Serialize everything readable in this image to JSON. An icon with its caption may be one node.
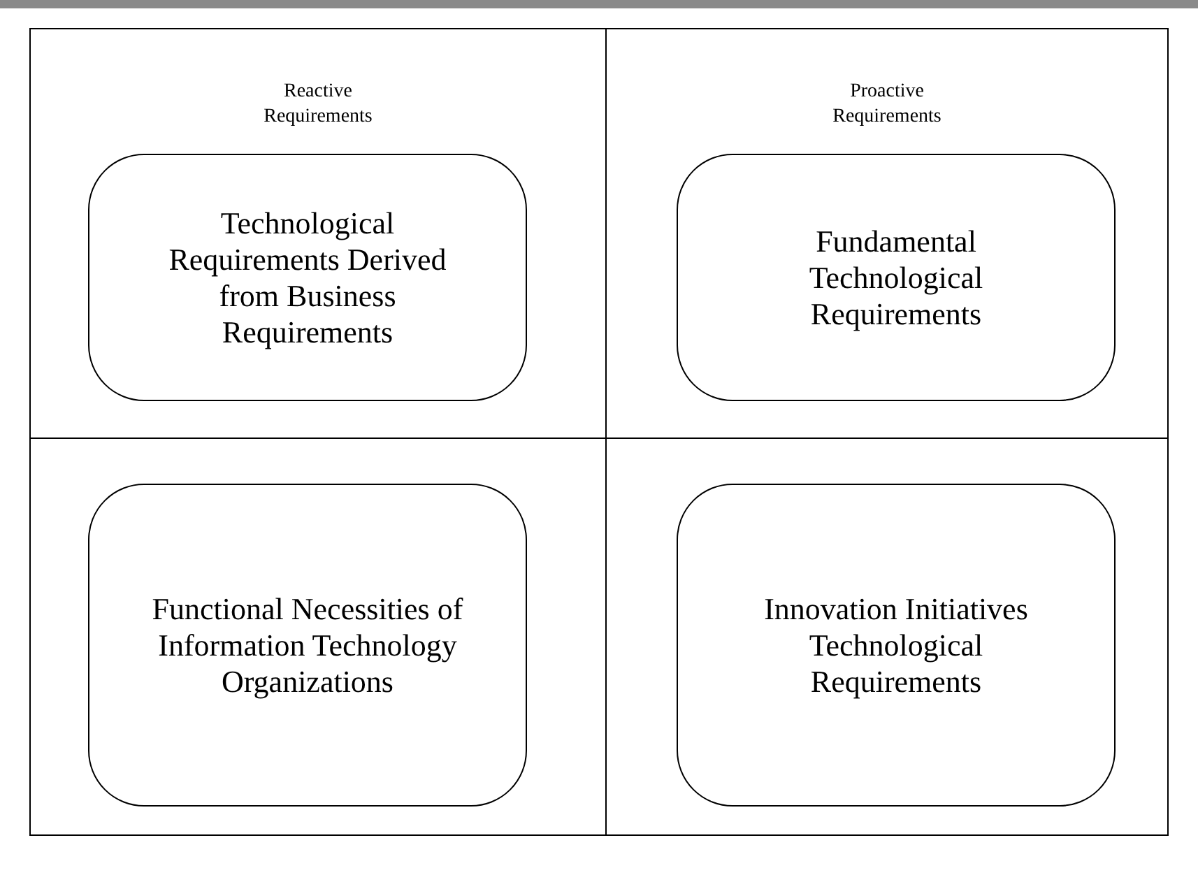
{
  "diagram": {
    "nodes": [
      {
        "text": [
          "Reactive Requirements"
        ]
      },
      {
        "text": [
          "Technological Requirements Derived from Business Requirements"
        ],
        "in": 0
      },
      {
        "text": [
          "Proactive Requirements"
        ]
      },
      {
        "text": [
          "Fundamental Technological Requirements"
        ],
        "in": 2
      },
      {
        "text": [],
        "shape": "box"
      },
      {
        "text": [
          "Functional Necessities of Information Technology Organizations"
        ],
        "in": 4
      },
      {
        "text": [],
        "shape": "box"
      },
      {
        "text": [
          "Innovation Initiatives Technological Requirements"
        ],
        "in": 6
      }
    ],
    "edges": []
  }
}
